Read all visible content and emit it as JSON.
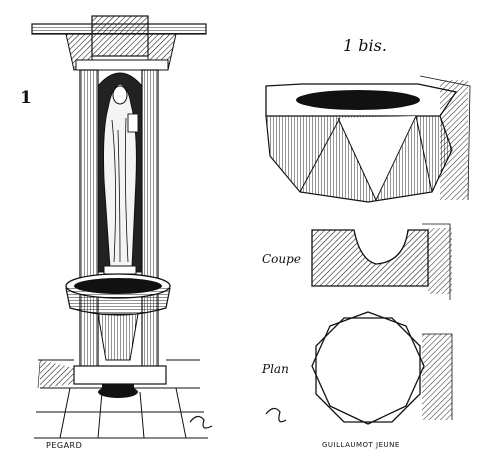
{
  "figure_labels": {
    "fig1": "1",
    "fig1bis": "1 bis."
  },
  "section_labels": {
    "coupe": "Coupe",
    "plan": "Plan"
  },
  "signatures": {
    "left": "PEGARD",
    "right": "GUILLAUMOT JEUNE"
  },
  "colors": {
    "ink": "#111111",
    "paper": "#ffffff"
  }
}
